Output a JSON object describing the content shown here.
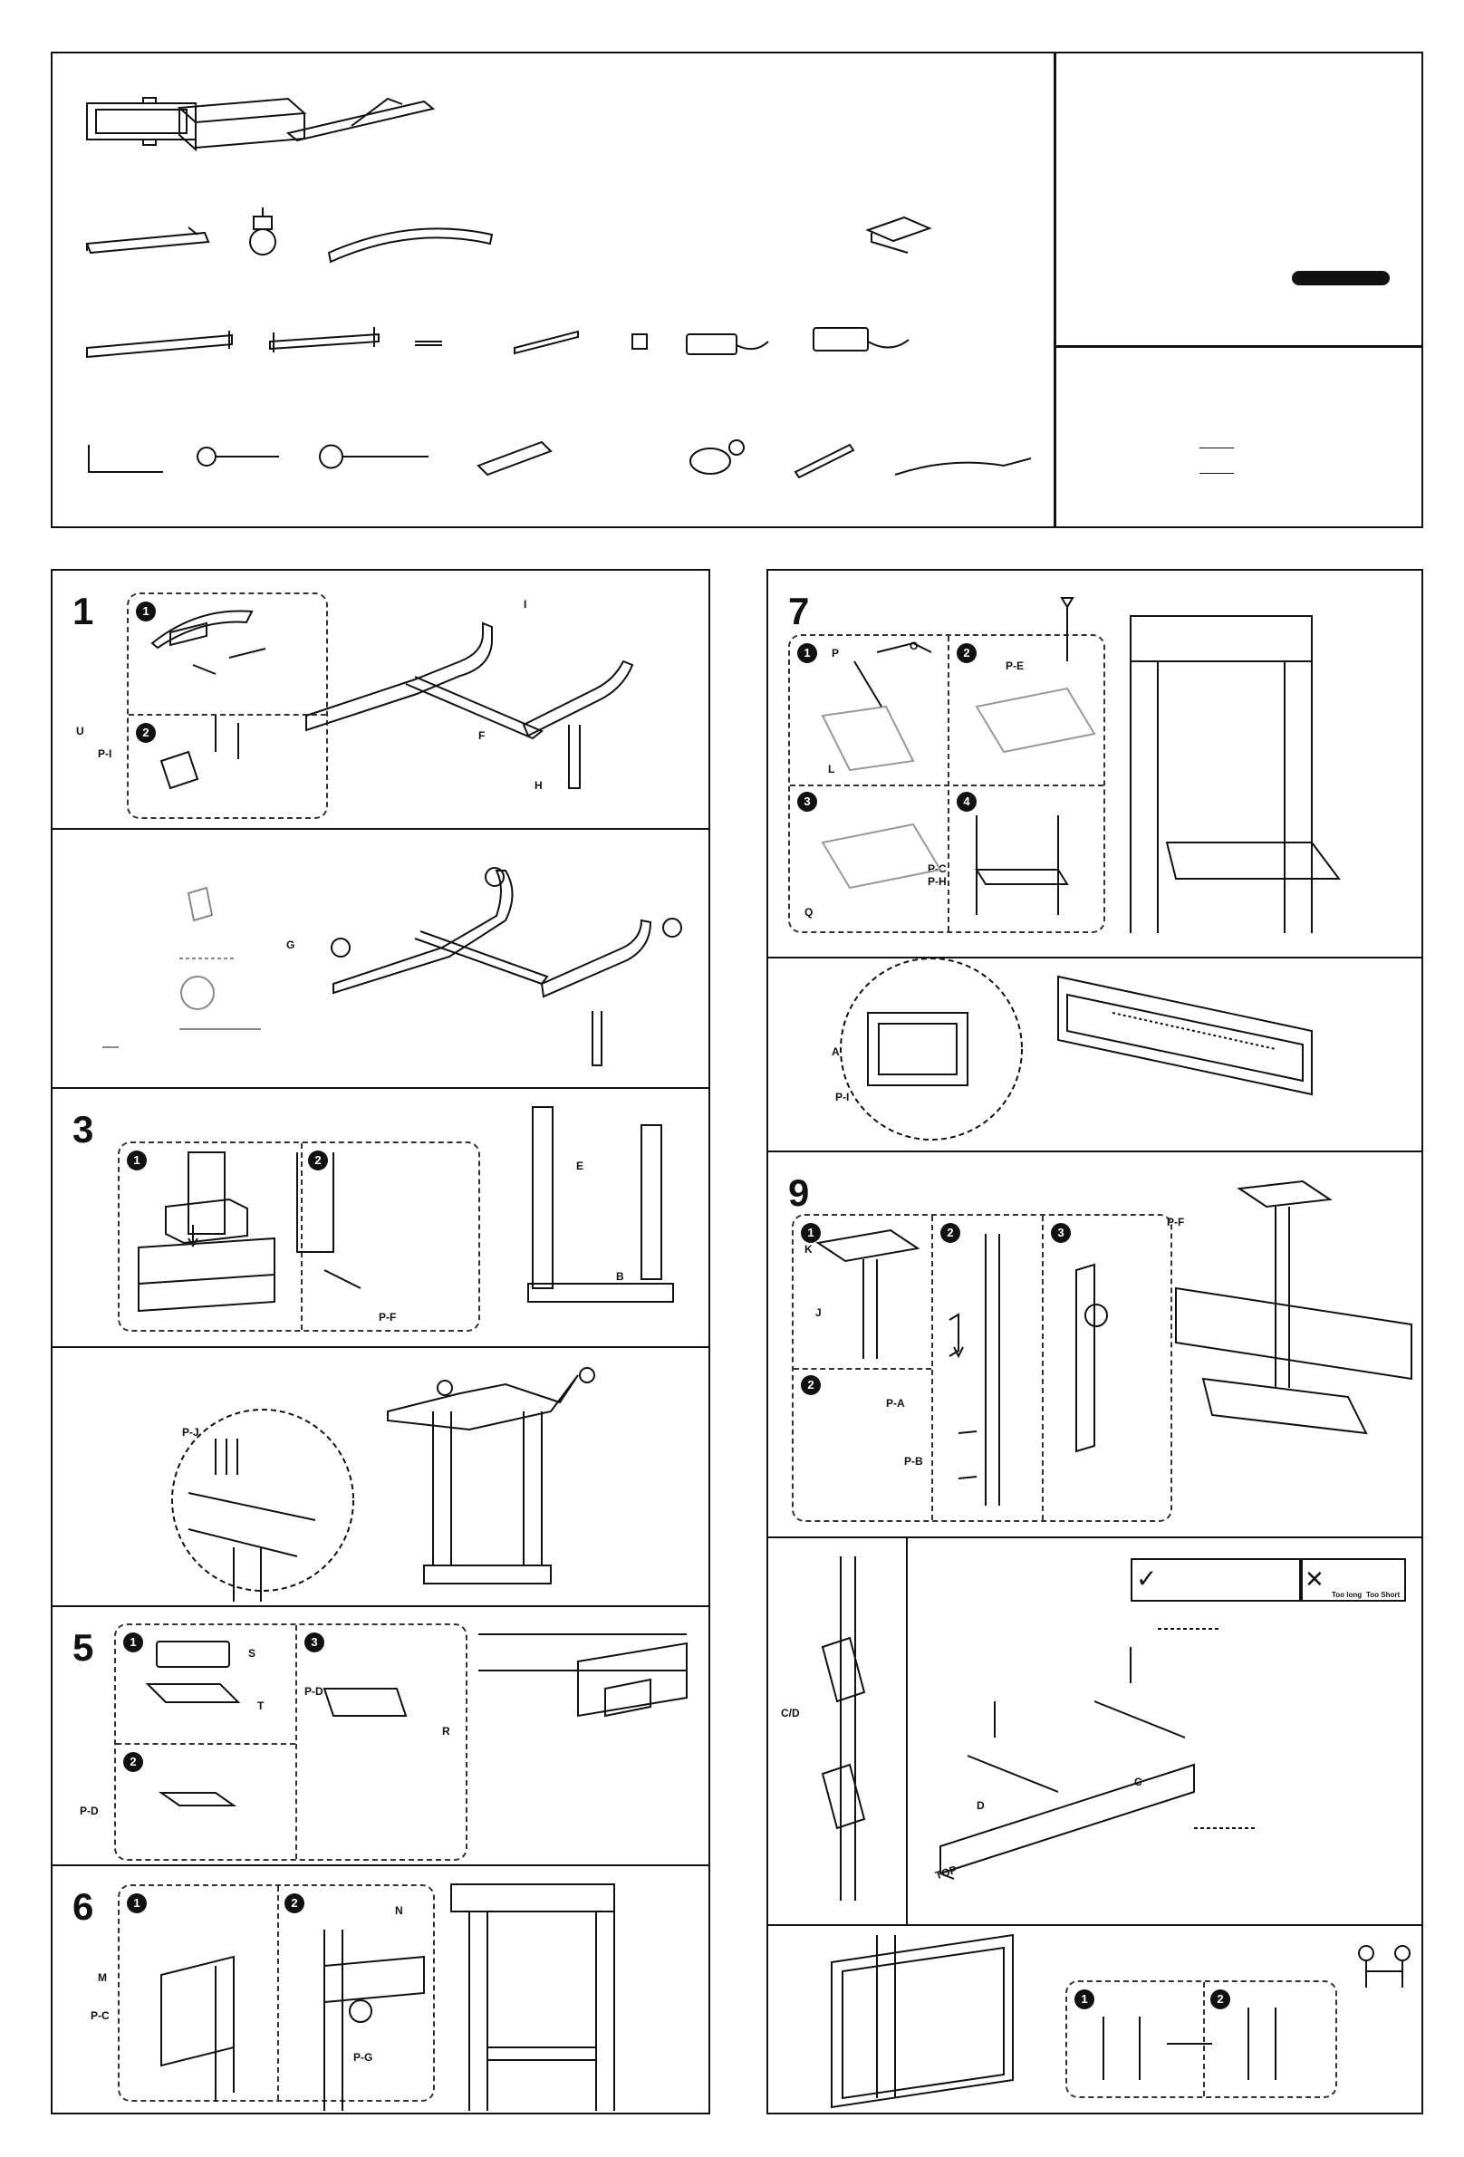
{
  "steps": {
    "s1": {
      "number": "1",
      "labels": {
        "U": "U",
        "PI": "P-I",
        "I": "I",
        "F": "F",
        "H": "H"
      }
    },
    "s2": {
      "labels": {
        "G": "G"
      }
    },
    "s3": {
      "number": "3",
      "labels": {
        "E": "E",
        "B": "B",
        "PF": "P-F"
      }
    },
    "s4": {
      "labels": {
        "PJ": "P-J"
      }
    },
    "s5": {
      "number": "5",
      "labels": {
        "S": "S",
        "T": "T",
        "PD1": "P-D",
        "PD2": "P-D",
        "R": "R"
      }
    },
    "s6": {
      "number": "6",
      "labels": {
        "M": "M",
        "PC": "P-C",
        "N": "N",
        "PG": "P-G"
      }
    },
    "s7": {
      "number": "7",
      "labels": {
        "P": "P",
        "O": "O",
        "L": "L",
        "PE": "P-E",
        "PC": "P-C",
        "PH": "P-H",
        "Q": "Q"
      }
    },
    "s8": {
      "labels": {
        "A": "A",
        "PI": "P-I"
      }
    },
    "s9": {
      "number": "9",
      "labels": {
        "K": "K",
        "J": "J",
        "PA": "P-A",
        "PB": "P-B",
        "PF": "P-F"
      }
    },
    "s10": {
      "labels": {
        "CD": "C/D",
        "D": "D",
        "C": "C",
        "TOP": "TOP",
        "too_long": "Too long",
        "too_short": "Too Short"
      }
    }
  },
  "sub_badges": [
    "1",
    "2",
    "3",
    "4"
  ]
}
